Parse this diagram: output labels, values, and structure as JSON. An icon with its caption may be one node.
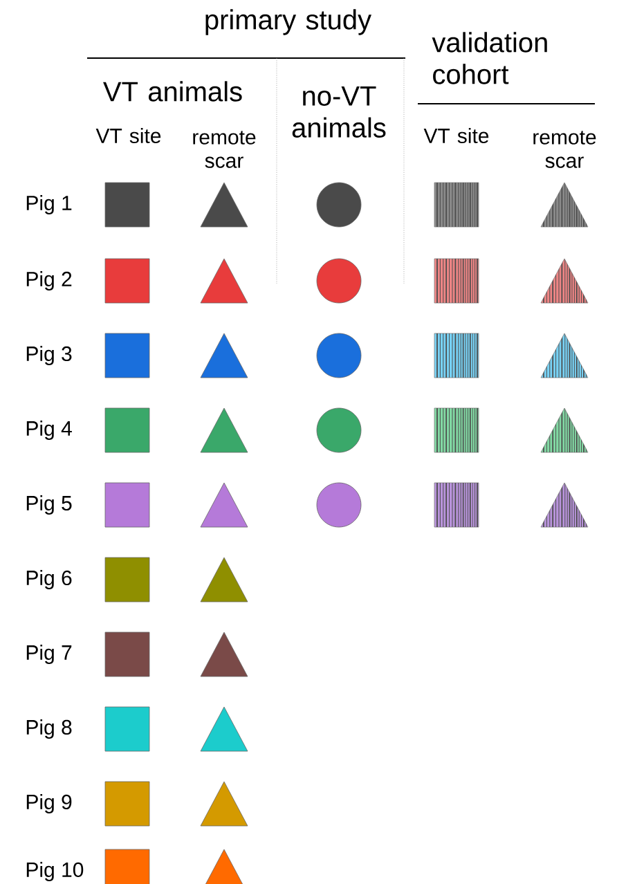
{
  "diagram": {
    "labels": [
      "primary study",
      "validation cohort",
      "VT animals",
      "no-VT animals",
      "VT site",
      "remote scar",
      "VT site",
      "remote scar",
      "Pig 1",
      "Pig 2",
      "Pig 3",
      "Pig 4",
      "Pig 5",
      "Pig 6",
      "Pig 7",
      "Pig 8",
      "Pig 9",
      "Pig 10"
    ]
  }
}
